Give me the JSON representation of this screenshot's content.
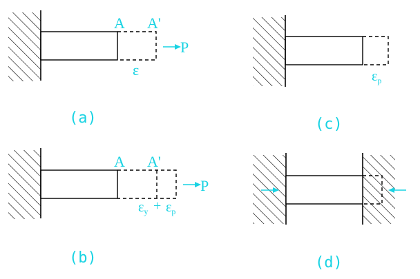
{
  "colors": {
    "label": "#19d3e3",
    "line": "#000000",
    "background": "#ffffff"
  },
  "panels": {
    "a": {
      "caption": "(a)",
      "point": "A",
      "point_prime": "A'",
      "force": "P",
      "strain": "ε"
    },
    "b": {
      "caption": "(b)",
      "point": "A",
      "point_prime": "A'",
      "force": "P",
      "strain_y": "ε",
      "strain_y_sub": "y",
      "plus": "+",
      "strain_p": "ε",
      "strain_p_sub": "p"
    },
    "c": {
      "caption": "(c)",
      "strain_p": "ε",
      "strain_p_sub": "p"
    },
    "d": {
      "caption": "(d)"
    }
  }
}
